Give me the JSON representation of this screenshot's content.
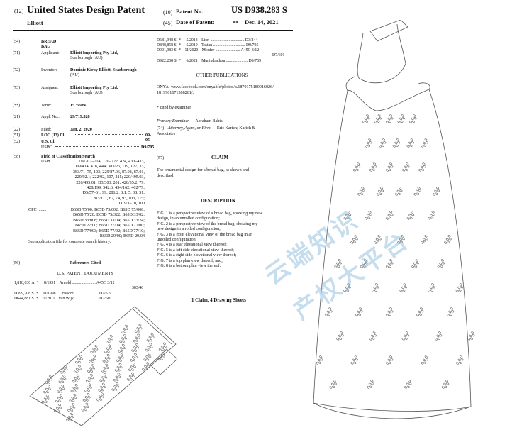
{
  "header": {
    "code12": "(12)",
    "kind": "United States Design Patent",
    "inventor_short": "Elliott",
    "code10": "(10)",
    "patent_no_label": "Patent No.:",
    "patent_no": "US D938,283 S",
    "code45": "(45)",
    "date_label": "Date of Patent:",
    "date_marks": "**",
    "date": "Dec. 14, 2021"
  },
  "biblio": {
    "title": {
      "code": "(54)",
      "value": "BREAD BAG"
    },
    "applicant": {
      "code": "(71)",
      "label": "Applicant:",
      "line1": "Elliott Importing Pty Ltd,",
      "line2": "Scarborough (AU)"
    },
    "inventor": {
      "code": "(72)",
      "label": "Inventor:",
      "line1": "Dominic Kirby Elliott, Scarborough",
      "line2": "(AU)"
    },
    "assignee": {
      "code": "(73)",
      "label": "Assignee:",
      "line1": "Elliott Importing Pty Ltd,",
      "line2": "Scarborough (AU)"
    },
    "term": {
      "code": "(**)",
      "label": "Term:",
      "value": "15 Years"
    },
    "appl": {
      "code": "(21)",
      "label": "Appl. No.:",
      "value": "29/719,328"
    },
    "filed": {
      "code": "(22)",
      "label": "Filed:",
      "value": "Jan. 2, 2020"
    },
    "loc": {
      "code": "(51)",
      "label": "LOC (13) Cl.",
      "value": "09-05"
    },
    "uscl": {
      "code": "(52)",
      "label": "U.S. Cl.",
      "sub": "USPC",
      "value": "D9/705"
    },
    "field": {
      "code": "(58)",
      "label": "Field of Classification Search",
      "uspc_label": "USPC",
      "uspc_lines": [
        "D9/702–714, 720–722, 424, 430–433,",
        "D9/414, 418, 444; 383/26, 119, 127, 33,",
        "383/71–75, 103; 229/87.06, 87.08, 87.01,",
        "229/92.1; 222/92, 107, 215; 220/495.03,",
        "220/495.01; D3/303, 201; 428/35.2, 79,",
        "428/199, 542.6; 434/162; 402/79;",
        "D5/57–61, 99; 281/2, 3.1, 5, 38, 51;",
        "283/117, 62, 74, 93, 103, 115;",
        "D19/1–10, 100"
      ],
      "cpc_label": "CPC",
      "cpc_lines": [
        "B65D 75/00; B65D 75/002; B65D 75/008;",
        "B65D 75/28; B65D 75/322; B65D 33/02;",
        "B65D 33/008; B65D 33/04; B65D 33/24;",
        "B65D 27/00; B65D 27/04; B65D 77/00;",
        "B65D 77/003; B65D 77/02; B65D 77/10;",
        "B65D 29/00; B65D 29/04"
      ],
      "see_also": "See application file for complete search history."
    },
    "refs": {
      "code": "(56)",
      "label": "References Cited",
      "subhead": "U.S. PATENT DOCUMENTS",
      "rows": [
        {
          "no": "1,818,030 A",
          "star": "*",
          "date": "8/1931",
          "name": "Arnold",
          "cls": "A45C 3/12",
          "cls2": "383/40"
        },
        {
          "no": "D399,708 S",
          "star": "*",
          "date": "10/1998",
          "name": "Grissom",
          "cls": "D7/629",
          "cls2": ""
        },
        {
          "no": "D644,881 S",
          "star": "*",
          "date": "9/2011",
          "name": "van Wijk",
          "cls": "D7/601",
          "cls2": ""
        }
      ]
    }
  },
  "right": {
    "refs_cont": [
      {
        "no": "D681,948 S",
        "star": "*",
        "date": "5/2013",
        "name": "Lion",
        "cls": "D3/244",
        "cls2": ""
      },
      {
        "no": "D848,858 S",
        "star": "*",
        "date": "5/2019",
        "name": "Tastan",
        "cls": "D9/705",
        "cls2": ""
      },
      {
        "no": "D901,983 S",
        "star": "*",
        "date": "11/2020",
        "name": "Moufer",
        "cls": "A45C 3/12",
        "cls2": "D7/601"
      },
      {
        "no": "D922,208 S",
        "star": "*",
        "date": "6/2021",
        "name": "Munindradasa",
        "cls": "D9/709",
        "cls2": ""
      }
    ],
    "other_pubs_head": "OTHER PUBLICATIONS",
    "other_pub_1": "ONYA: www.facebook.com/onyalife/photos/a.1870175180016026/",
    "other_pub_2": "1819961671388261/.",
    "cited": "* cited by examiner",
    "examiner_label": "Primary Examiner",
    "examiner": "— Abraham Bahta",
    "attorney_code": "(74)",
    "attorney_label": "Attorney, Agent, or Firm",
    "attorney_1": "— Eric Karich; Karich &",
    "attorney_2": "Associates",
    "claim_code": "(57)",
    "claim_head": "CLAIM",
    "claim_1": "The ornamental design for a bread bag, as shown and",
    "claim_2": "described.",
    "desc_head": "DESCRIPTION",
    "desc_lines": [
      "FIG. 1 is a perspective view of a bread bag, showing my new",
      "design, in an unrolled configuration;",
      "FIG. 2 is a perspective view of the bread bag, showing my",
      "new design in a rolled configuration;",
      "FIG. 3 is a front elevational view of the bread bag in an",
      "unrolled configuration;",
      "FIG. 4 is a rear elevational view thereof;",
      "FIG. 5 is a left side elevational view thereof;",
      "FIG. 6 is a right side elevational view thereof;",
      "FIG. 7 is a top plan view thereof; and,",
      "FIG. 8 is a bottom plan view thereof."
    ],
    "sheets": "1 Claim, 4 Drawing Sheets"
  },
  "watermark": {
    "line1": "云端知识",
    "line2": "产权大平台"
  },
  "colors": {
    "ink": "#111111",
    "watermark": "#7fb5d8",
    "sketch": "#555555"
  },
  "figures": {
    "flat_bag": "flat-bag-perspective-drawing",
    "rolled_bag": "rolled-bag-elevation-drawing"
  }
}
